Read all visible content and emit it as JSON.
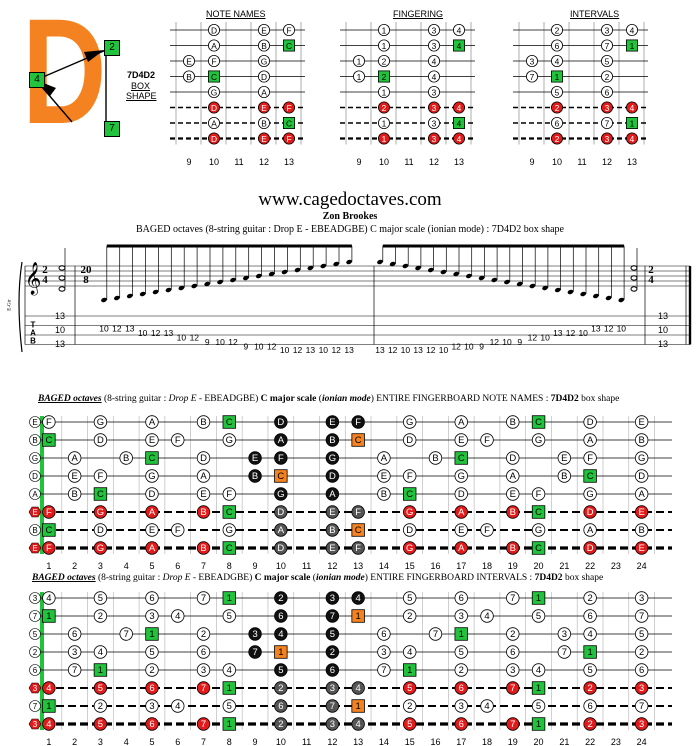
{
  "logo": {
    "letter": "D",
    "shape_name": "7D4D2",
    "box_label_line1": "BOX",
    "box_label_line2": "SHAPE",
    "badges": [
      "2",
      "4",
      "7"
    ],
    "color_orange": "#f58220",
    "color_green": "#22c33c"
  },
  "small_diagrams": {
    "titles": [
      "NOTE NAMES",
      "FINGERING",
      "INTERVALS"
    ],
    "fret_numbers": [
      "9",
      "10",
      "11",
      "12",
      "13"
    ],
    "note_names": [
      [
        {
          "f": 10,
          "t": "D",
          "c": "w"
        },
        {
          "f": 12,
          "t": "E",
          "c": "w"
        },
        {
          "f": 13,
          "t": "F",
          "c": "w"
        }
      ],
      [
        {
          "f": 10,
          "t": "A",
          "c": "w"
        },
        {
          "f": 12,
          "t": "B",
          "c": "w"
        },
        {
          "f": 13,
          "t": "C",
          "c": "g"
        }
      ],
      [
        {
          "f": 9,
          "t": "E",
          "c": "w"
        },
        {
          "f": 10,
          "t": "F",
          "c": "w"
        },
        {
          "f": 12,
          "t": "G",
          "c": "w"
        }
      ],
      [
        {
          "f": 9,
          "t": "B",
          "c": "w"
        },
        {
          "f": 10,
          "t": "C",
          "c": "g"
        },
        {
          "f": 12,
          "t": "D",
          "c": "w"
        }
      ],
      [
        {
          "f": 10,
          "t": "G",
          "c": "w"
        },
        {
          "f": 12,
          "t": "A",
          "c": "w"
        }
      ],
      [
        {
          "f": 10,
          "t": "D",
          "c": "r"
        },
        {
          "f": 12,
          "t": "E",
          "c": "r"
        },
        {
          "f": 13,
          "t": "F",
          "c": "r"
        }
      ],
      [
        {
          "f": 10,
          "t": "A",
          "c": "w"
        },
        {
          "f": 12,
          "t": "B",
          "c": "w"
        },
        {
          "f": 13,
          "t": "C",
          "c": "g"
        }
      ],
      [
        {
          "f": 10,
          "t": "D",
          "c": "r"
        },
        {
          "f": 12,
          "t": "E",
          "c": "r"
        },
        {
          "f": 13,
          "t": "F",
          "c": "r"
        }
      ]
    ],
    "fingering": [
      [
        {
          "f": 10,
          "t": "1",
          "c": "w"
        },
        {
          "f": 12,
          "t": "3",
          "c": "w"
        },
        {
          "f": 13,
          "t": "4",
          "c": "w"
        }
      ],
      [
        {
          "f": 10,
          "t": "1",
          "c": "w"
        },
        {
          "f": 12,
          "t": "3",
          "c": "w"
        },
        {
          "f": 13,
          "t": "4",
          "c": "g"
        }
      ],
      [
        {
          "f": 9,
          "t": "1",
          "c": "w"
        },
        {
          "f": 10,
          "t": "2",
          "c": "w"
        },
        {
          "f": 12,
          "t": "4",
          "c": "w"
        }
      ],
      [
        {
          "f": 9,
          "t": "1",
          "c": "w"
        },
        {
          "f": 10,
          "t": "2",
          "c": "g"
        },
        {
          "f": 12,
          "t": "4",
          "c": "w"
        }
      ],
      [
        {
          "f": 10,
          "t": "1",
          "c": "w"
        },
        {
          "f": 12,
          "t": "3",
          "c": "w"
        }
      ],
      [
        {
          "f": 10,
          "t": "2",
          "c": "r"
        },
        {
          "f": 12,
          "t": "3",
          "c": "r"
        },
        {
          "f": 13,
          "t": "4",
          "c": "r"
        }
      ],
      [
        {
          "f": 10,
          "t": "1",
          "c": "w"
        },
        {
          "f": 12,
          "t": "3",
          "c": "w"
        },
        {
          "f": 13,
          "t": "4",
          "c": "g"
        }
      ],
      [
        {
          "f": 10,
          "t": "1",
          "c": "r"
        },
        {
          "f": 12,
          "t": "3",
          "c": "r"
        },
        {
          "f": 13,
          "t": "4",
          "c": "r"
        }
      ]
    ],
    "intervals": [
      [
        {
          "f": 10,
          "t": "2",
          "c": "w"
        },
        {
          "f": 12,
          "t": "3",
          "c": "w"
        },
        {
          "f": 13,
          "t": "4",
          "c": "w"
        }
      ],
      [
        {
          "f": 10,
          "t": "6",
          "c": "w"
        },
        {
          "f": 12,
          "t": "7",
          "c": "w"
        },
        {
          "f": 13,
          "t": "1",
          "c": "g"
        }
      ],
      [
        {
          "f": 9,
          "t": "3",
          "c": "w"
        },
        {
          "f": 10,
          "t": "4",
          "c": "w"
        },
        {
          "f": 12,
          "t": "5",
          "c": "w"
        }
      ],
      [
        {
          "f": 9,
          "t": "7",
          "c": "w"
        },
        {
          "f": 10,
          "t": "1",
          "c": "g"
        },
        {
          "f": 12,
          "t": "2",
          "c": "w"
        }
      ],
      [
        {
          "f": 10,
          "t": "5",
          "c": "w"
        },
        {
          "f": 12,
          "t": "6",
          "c": "w"
        }
      ],
      [
        {
          "f": 10,
          "t": "2",
          "c": "r"
        },
        {
          "f": 12,
          "t": "3",
          "c": "r"
        },
        {
          "f": 13,
          "t": "4",
          "c": "r"
        }
      ],
      [
        {
          "f": 10,
          "t": "6",
          "c": "w"
        },
        {
          "f": 12,
          "t": "7",
          "c": "w"
        },
        {
          "f": 13,
          "t": "1",
          "c": "g"
        }
      ],
      [
        {
          "f": 10,
          "t": "2",
          "c": "r"
        },
        {
          "f": 12,
          "t": "3",
          "c": "r"
        },
        {
          "f": 13,
          "t": "4",
          "c": "r"
        }
      ]
    ]
  },
  "header": {
    "site": "www.cagedoctaves.com",
    "author": "Zon Brookes",
    "subtitle": "BAGED octaves (8-string guitar : Drop E - EBEADGBE) C major scale (ionian mode) : 7D4D2 box shape"
  },
  "notation": {
    "time_sig_top": "2",
    "time_sig_bottom": "4",
    "bar_time_top": "20",
    "bar_time_bottom": "8",
    "end_time_top": "2",
    "end_time_bottom": "4",
    "staff_label": "E-Gtr",
    "tab_label": "TAB",
    "first_chord": [
      "13",
      "10",
      "13"
    ],
    "last_chord": [
      "13",
      "10",
      "13"
    ],
    "tab_notes_up": [
      {
        "s": 7,
        "t": "10"
      },
      {
        "s": 7,
        "t": "12"
      },
      {
        "s": 7,
        "t": "13"
      },
      {
        "s": 6,
        "t": "10"
      },
      {
        "s": 6,
        "t": "12"
      },
      {
        "s": 6,
        "t": "13"
      },
      {
        "s": 5,
        "t": "10"
      },
      {
        "s": 5,
        "t": "12"
      },
      {
        "s": 4,
        "t": "9"
      },
      {
        "s": 4,
        "t": "10"
      },
      {
        "s": 4,
        "t": "12"
      },
      {
        "s": 3,
        "t": "9"
      },
      {
        "s": 3,
        "t": "10"
      },
      {
        "s": 3,
        "t": "12"
      },
      {
        "s": 2,
        "t": "10"
      },
      {
        "s": 2,
        "t": "12"
      },
      {
        "s": 2,
        "t": "13"
      },
      {
        "s": 1,
        "t": "10"
      },
      {
        "s": 1,
        "t": "12"
      },
      {
        "s": 1,
        "t": "13"
      }
    ],
    "tab_notes_down": [
      {
        "s": 1,
        "t": "13"
      },
      {
        "s": 1,
        "t": "12"
      },
      {
        "s": 1,
        "t": "10"
      },
      {
        "s": 2,
        "t": "13"
      },
      {
        "s": 2,
        "t": "12"
      },
      {
        "s": 2,
        "t": "10"
      },
      {
        "s": 3,
        "t": "12"
      },
      {
        "s": 3,
        "t": "10"
      },
      {
        "s": 3,
        "t": "9"
      },
      {
        "s": 4,
        "t": "12"
      },
      {
        "s": 4,
        "t": "10"
      },
      {
        "s": 4,
        "t": "9"
      },
      {
        "s": 5,
        "t": "12"
      },
      {
        "s": 5,
        "t": "10"
      },
      {
        "s": 6,
        "t": "13"
      },
      {
        "s": 6,
        "t": "12"
      },
      {
        "s": 6,
        "t": "10"
      },
      {
        "s": 7,
        "t": "13"
      },
      {
        "s": 7,
        "t": "12"
      },
      {
        "s": 7,
        "t": "10"
      }
    ]
  },
  "board1": {
    "title_italic": "BAGED octaves",
    "title_rest": " (8-string guitar : ",
    "title_tuning_italic": "Drop E",
    "title_tuning_rest": " - EBEADGBE) ",
    "title_scale_bold": "C major scale",
    "title_mode_open": " (",
    "title_mode_bold": "ionian mode",
    "title_mode_close": ") ENTIRE FINGERBOARD NOTE NAMES : ",
    "title_shape_bold": "7D4D2",
    "title_end": " box shape",
    "open_labels": [
      "E",
      "B",
      "G",
      "D",
      "A",
      "E",
      "B",
      "E"
    ],
    "rows": [
      "E F . G . A . B C . D . E F . G . A . B C . D . E",
      "B C . D . E F . G . A . B C . D . E F . G . A . B",
      "G . A . B C . D . E F . G . A . B C . D . E F . G",
      "D . E F . G . A . B C . D . E F . G . A . B C . D",
      "A . B C . D . E F . G . A . B C . D . E F . G . A",
      "E F . G . A . B C . D . E F . G . A . B C . D . E",
      "B C . D . E F . G . A . B C . D . E F . G . A . B",
      "E F . G . A . B C . D . E F . G . A . B C . D . E"
    ],
    "fret_numbers": [
      "1",
      "2",
      "3",
      "4",
      "5",
      "6",
      "7",
      "8",
      "9",
      "10",
      "11",
      "12",
      "13",
      "14",
      "15",
      "16",
      "17",
      "18",
      "19",
      "20",
      "21",
      "22",
      "23",
      "24"
    ]
  },
  "board2": {
    "title_italic": "BAGED octaves",
    "title_rest": " (8-string guitar : ",
    "title_tuning_italic": "Drop E",
    "title_tuning_rest": " - EBEADGBE) ",
    "title_scale_bold": "C major scale",
    "title_mode_open": " (",
    "title_mode_bold": "ionian mode",
    "title_mode_close": ") ENTIRE FINGERBOARD INTERVALS : ",
    "title_shape_bold": "7D4D2",
    "title_end": " box shape",
    "open_labels": [
      "3",
      "7",
      "5",
      "2",
      "6",
      "3",
      "7",
      "3"
    ],
    "rows": [
      "3 4 . 5 . 6 . 7 1 . 2 . 3 4 . 5 . 6 . 7 1 . 2 . 3",
      "7 1 . 2 . 3 4 . 5 . 6 . 7 1 . 2 . 3 4 . 5 . 6 . 7",
      "5 . 6 . 7 1 . 2 . 3 4 . 5 . 6 . 7 1 . 2 . 3 4 . 5",
      "2 . 3 4 . 5 . 6 . 7 1 . 2 . 3 4 . 5 . 6 . 7 1 . 2",
      "6 . 7 1 . 2 . 3 4 . 5 . 6 . 7 1 . 2 . 3 4 . 5 . 6",
      "3 4 . 5 . 6 . 7 1 . 2 . 3 4 . 5 . 6 . 7 1 . 2 . 3",
      "7 1 . 2 . 3 4 . 5 . 6 . 7 1 . 2 . 3 4 . 5 . 6 . 7",
      "3 4 . 5 . 6 . 7 1 . 2 . 3 4 . 5 . 6 . 7 1 . 2 . 3"
    ],
    "fret_numbers": [
      "1",
      "2",
      "3",
      "4",
      "5",
      "6",
      "7",
      "8",
      "9",
      "10",
      "11",
      "12",
      "13",
      "14",
      "15",
      "16",
      "17",
      "18",
      "19",
      "20",
      "21",
      "22",
      "23",
      "24"
    ]
  },
  "colors": {
    "green": "#22c33c",
    "red": "#e31a1a",
    "orange": "#f58220",
    "black": "#111111",
    "grey": "#555555"
  }
}
